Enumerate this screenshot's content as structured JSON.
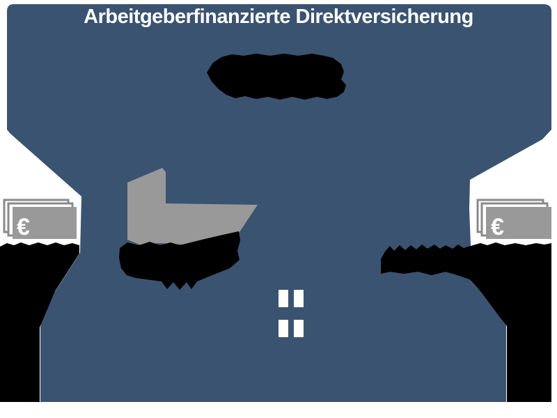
{
  "title": "Arbeitgeberfinanzierte Direktversicherung",
  "icons": {
    "euro_symbol": "€",
    "left_banknotes_name": "euro-banknotes-stack",
    "right_banknotes_name": "euro-banknotes-stack",
    "window_name": "window-panes"
  },
  "colors": {
    "primary_blue": "#3a5370",
    "gray": "#999999",
    "note_outline": "#8a8a8a",
    "black": "#000000",
    "white": "#ffffff"
  }
}
